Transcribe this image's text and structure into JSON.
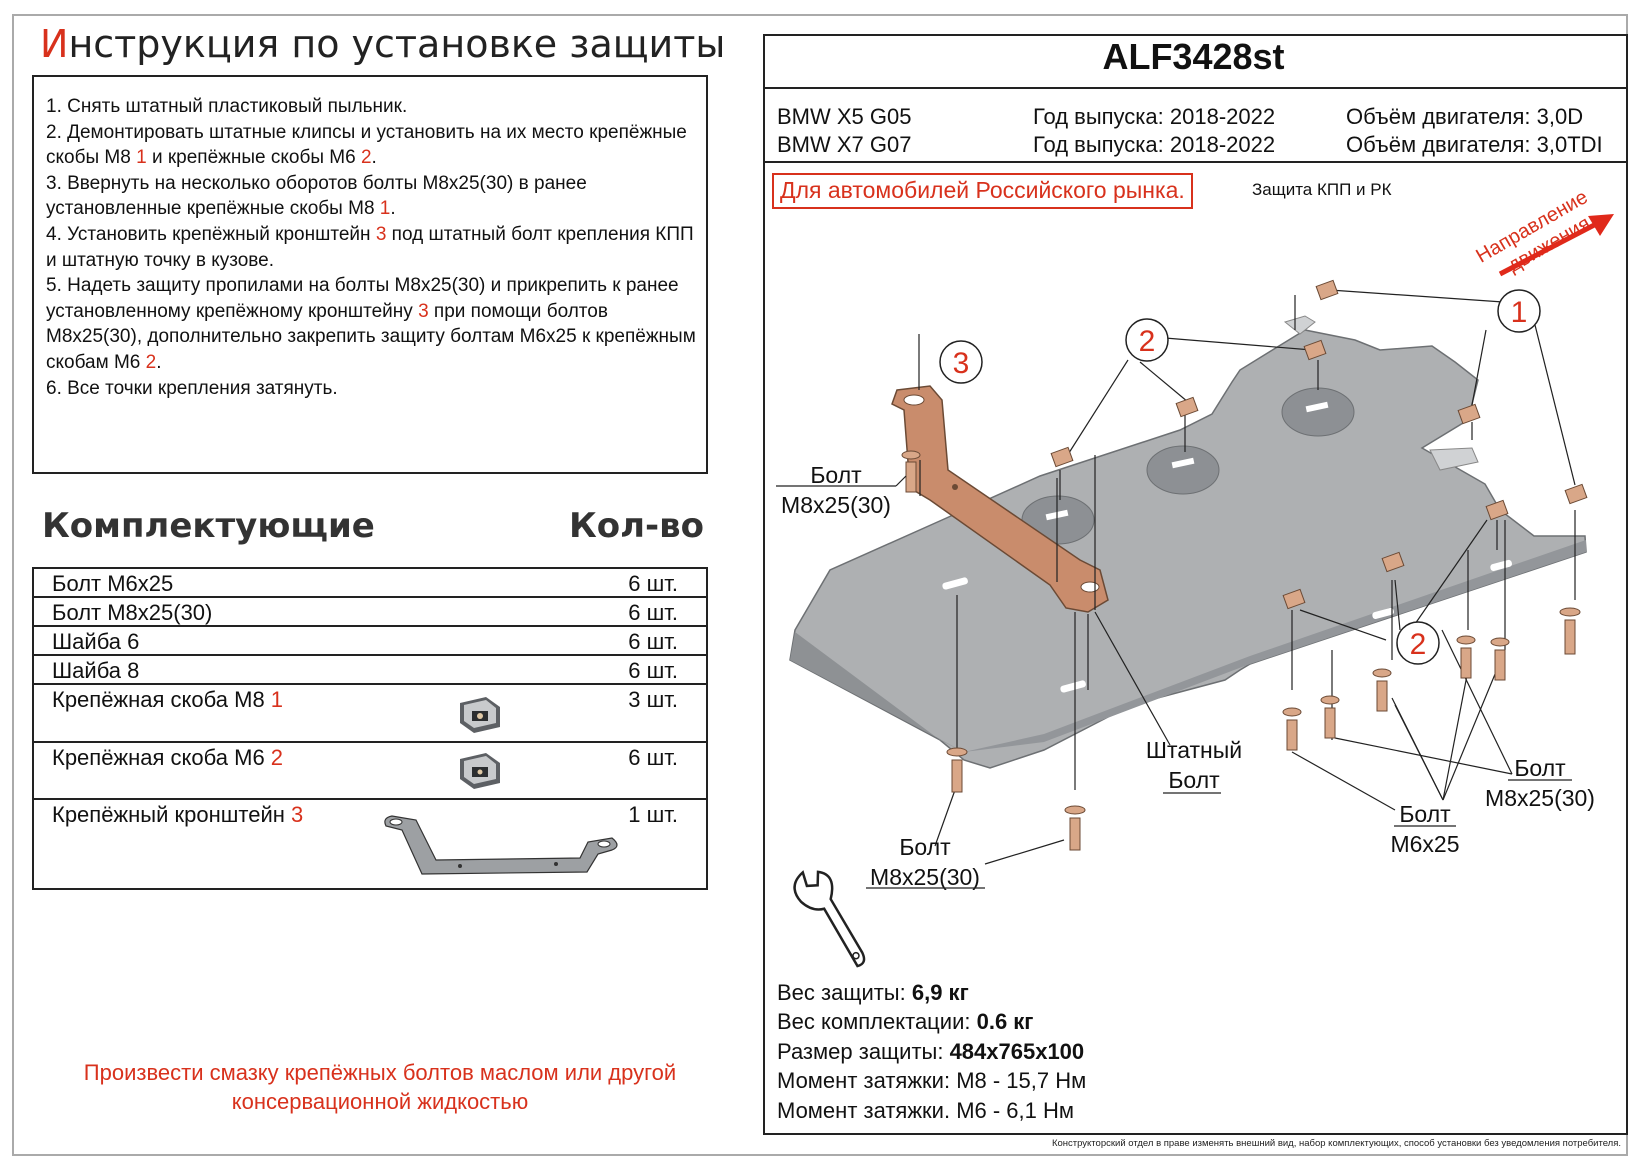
{
  "page": {
    "title_first": "И",
    "title_rest": "нструкция по установке защиты"
  },
  "instructions": [
    {
      "a": "1.    Снять штатный пластиковый пыльник.",
      "b": "",
      "c": "",
      "d": "",
      "e": ""
    },
    {
      "a": "2.    Демонтировать штатные клипсы и установить на их место крепёжные скобы М8 ",
      "b": "1",
      "c": " и крепёжные скобы М6 ",
      "d": "2",
      "e": "."
    },
    {
      "a": "3.    Ввернуть на несколько оборотов болты М8х25(30) в ранее установленные крепёжные скобы М8 ",
      "b": "1",
      "c": ".",
      "d": "",
      "e": ""
    },
    {
      "a": "4.    Установить крепёжный кронштейн ",
      "b": "3",
      "c": " под штатный болт крепления КПП и штатную точку в кузове.",
      "d": "",
      "e": ""
    },
    {
      "a": "5.    Надеть защиту пропилами на болты М8х25(30) и прикрепить к ранее установленному крепёжному кронштейну ",
      "b": "3",
      "c": " при помощи болтов М8х25(30), дополнительно закрепить защиту болтам М6х25 к крепёжным скобам М6 ",
      "d": "2",
      "e": "."
    },
    {
      "a": "6.    Все точки крепления затянуть.",
      "b": "",
      "c": "",
      "d": "",
      "e": ""
    }
  ],
  "components": {
    "heading": "Комплектующие",
    "qty_heading": "Кол-во",
    "items": [
      {
        "name": "Болт М6х25",
        "num": "",
        "qty": "6 шт."
      },
      {
        "name": "Болт М8х25(30)",
        "num": "",
        "qty": "6 шт."
      },
      {
        "name": "Шайба 6",
        "num": "",
        "qty": "6 шт."
      },
      {
        "name": "Шайба 8",
        "num": "",
        "qty": "6 шт."
      },
      {
        "name": "Крепёжная скоба М8 ",
        "num": "1",
        "qty": "3 шт."
      },
      {
        "name": "Крепёжная скоба М6 ",
        "num": "2",
        "qty": "6 шт."
      },
      {
        "name": "Крепёжный кронштейн ",
        "num": "3",
        "qty": "1 шт."
      }
    ]
  },
  "lubrication_note": {
    "line1": "Произвести смазку крепёжных болтов маслом или другой",
    "line2": "консервационной жидкостью"
  },
  "product": {
    "code": "ALF3428st",
    "cars": [
      {
        "model": "BMW X5 G05",
        "year": "Год выпуска: 2018-2022",
        "engine": "Объём двигателя: 3,0D"
      },
      {
        "model": "BMW X7 G07",
        "year": "Год выпуска: 2018-2022",
        "engine": "Объём двигателя: 3,0TDI"
      }
    ],
    "market": "Для автомобилей Российского рынка.",
    "type": "Защита КПП и РК"
  },
  "diagram": {
    "direction_line1": "Направление",
    "direction_line2": "движения",
    "callouts": [
      "1",
      "2",
      "3",
      "2"
    ],
    "labels": {
      "bolt": "Болт",
      "m8": "М8х25(30)",
      "m6": "М6х25",
      "stock_line1": "Штатный",
      "stock_line2": "Болт"
    }
  },
  "specs": {
    "weight_label": "Вес защиты: ",
    "weight": "6,9 кг",
    "kit_label": "Вес комплектации: ",
    "kit": "0.6 кг",
    "size_label": "Размер защиты: ",
    "size": "484х765х100",
    "torque_m8": "Момент затяжки:  М8 - 15,7 Нм",
    "torque_m6": "Момент затяжки.  М6 - 6,1 Нм"
  },
  "disclaimer": "Конструкторский отдел в праве изменять внешний вид, набор комплектующих, способ установки без уведомления потребителя.",
  "colors": {
    "accent_red": "#d8311c",
    "plate": "#aeb0b2",
    "bracket": "#c98c6c",
    "hardware": "#d9a788"
  }
}
